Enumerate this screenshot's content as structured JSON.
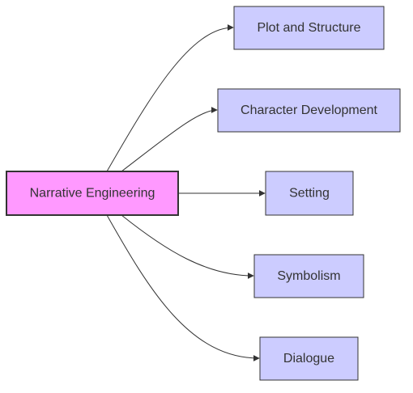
{
  "diagram": {
    "root": {
      "label": "Narrative Engineering",
      "fill": "#ff99ff",
      "stroke": "#333333"
    },
    "children": [
      {
        "label": "Plot and Structure"
      },
      {
        "label": "Character Development"
      },
      {
        "label": "Setting"
      },
      {
        "label": "Symbolism"
      },
      {
        "label": "Dialogue"
      }
    ],
    "child_style": {
      "fill": "#ccccff",
      "stroke": "#333333"
    },
    "edge_color": "#333333"
  }
}
